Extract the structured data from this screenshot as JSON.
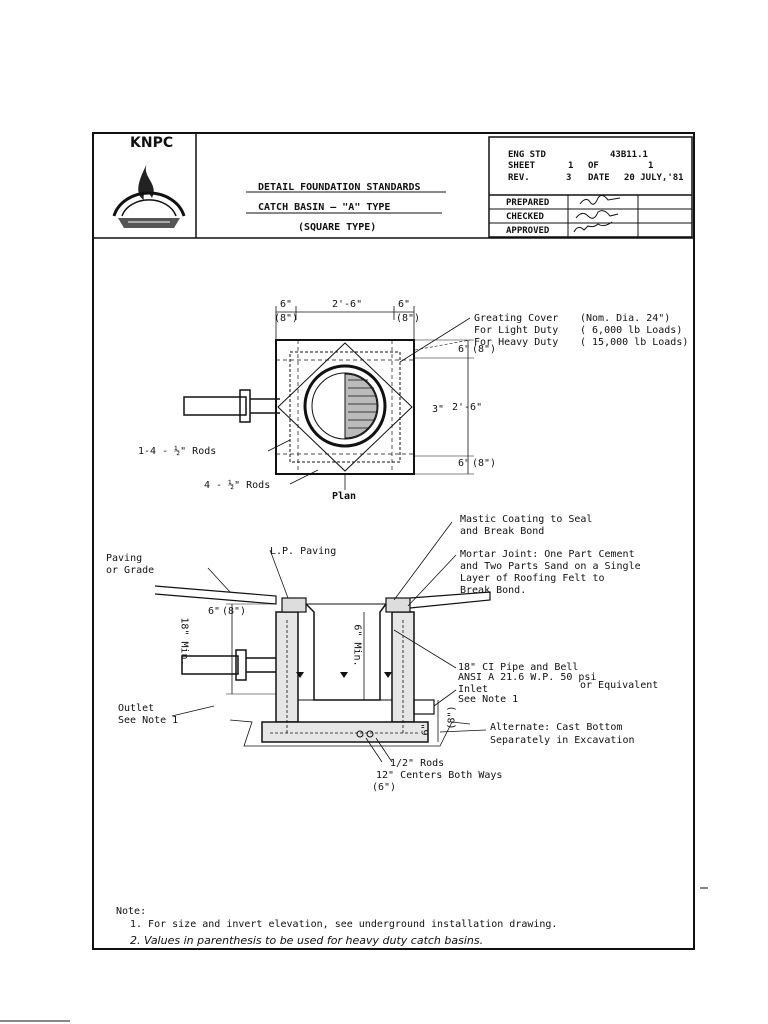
{
  "logo": {
    "org": "KNPC",
    "icon": "knpc-flame-logo-icon"
  },
  "title": {
    "line1": "DETAIL FOUNDATION STANDARDS",
    "line2": "CATCH BASIN — \"A\" TYPE",
    "line3": "(SQUARE TYPE)"
  },
  "title_block": {
    "eng_std_label": "ENG STD",
    "eng_std_value": "43B11.1",
    "sheet_label": "SHEET",
    "sheet_value": "1",
    "of_label": "OF",
    "of_value": "1",
    "rev_label": "REV.",
    "rev_value": "3",
    "date_label": "DATE",
    "date_value": "20 JULY,'81",
    "prepared_label": "PREPARED",
    "checked_label": "CHECKED",
    "approved_label": "APPROVED"
  },
  "plan": {
    "dim_left_top": "6\"",
    "dim_mid_top": "2'-6\"",
    "dim_right_top": "6\"",
    "dim_left_paren": "(8\")",
    "dim_right_paren": "(8\")",
    "dim_right_top_side": "6\"",
    "dim_right_top_paren": "(8\")",
    "dim_right_mid": "2'-6\"",
    "dim_right_bottom": "6\"",
    "dim_right_bottom_paren": "(8\")",
    "dim_inner": "3\"",
    "rods_1": "1-4 - ½\" Rods",
    "rods_2": "4 - ½\" Rods",
    "label": "Plan",
    "cover_1": "Greating Cover",
    "cover_1b": "(Nom. Dia. 24\")",
    "cover_2": "For Light Duty",
    "cover_2b": "( 6,000 lb Loads)",
    "cover_3": "For Heavy Duty",
    "cover_3b": "( 15,000 lb Loads)"
  },
  "section": {
    "mastic_1": "Mastic Coating to Seal",
    "mastic_2": "and Break Bond",
    "paving_1": "Paving",
    "paving_2": "or Grade",
    "lp_paving": "L.P. Paving",
    "mortar_1": "Mortar Joint:  One Part Cement",
    "mortar_2": "and Two Parts Sand on a Single",
    "mortar_3": "Layer of Roofing Felt to",
    "mortar_4": "Break Bond.",
    "dim_6": "6\"",
    "dim_8": "(8\")",
    "dim_18min": "18\" Min.",
    "dim_6min": "6\" Min.",
    "pipe_1": "18\" CI Pipe and Bell",
    "pipe_2": "ANSI A 21.6 W.P. 50 psi",
    "pipe_3": "or Equivalent",
    "inlet_1": "Inlet",
    "inlet_2": "See Note 1",
    "outlet_1": "Outlet",
    "outlet_2": "See Note 1",
    "alt_1": "Alternate:  Cast Bottom",
    "alt_2": "Separately in Excavation",
    "rods_1": "1/2\" Rods",
    "rods_2": "12\" Centers Both Ways",
    "rods_3": "(6\")",
    "dim_bottom_6": "6\"",
    "dim_bottom_8": "(8\")"
  },
  "notes": {
    "heading": "Note:",
    "n1": "1.  For size and invert elevation, see underground installation drawing.",
    "n2": "2.  Values in parenthesis to be used for heavy duty catch basins."
  }
}
